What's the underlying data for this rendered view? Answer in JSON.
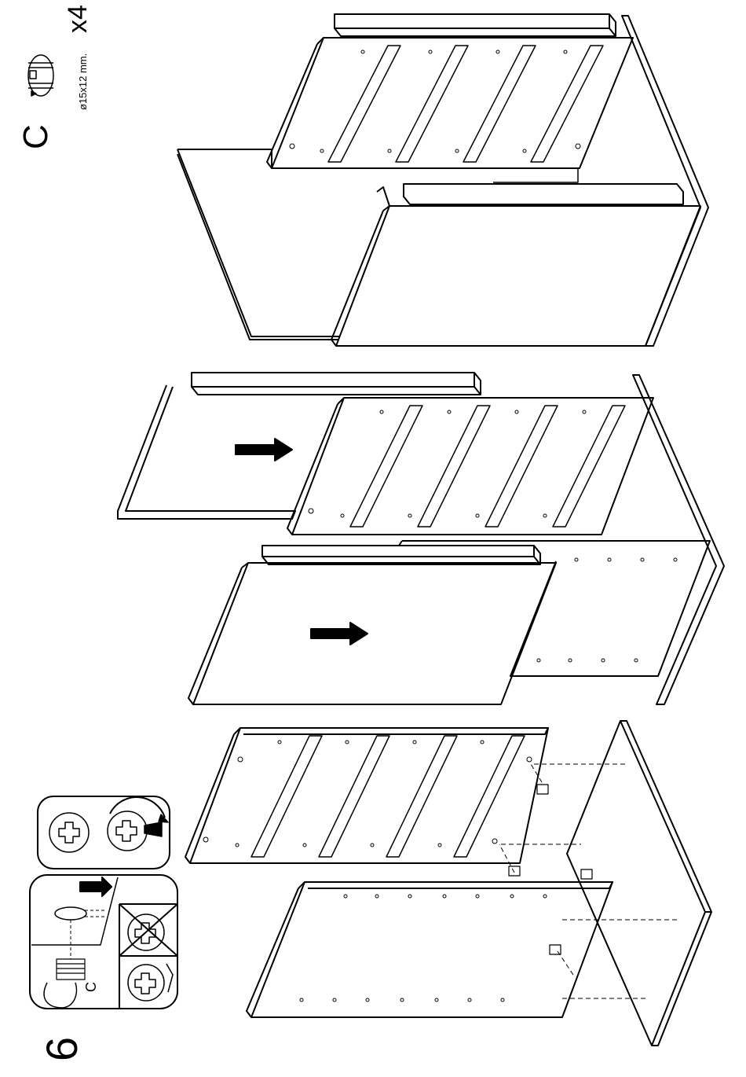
{
  "step": {
    "number": "6"
  },
  "part": {
    "letter": "C",
    "quantity": "x4",
    "dimension": "ø15x12 mm."
  },
  "detail": {
    "cam_label": "C"
  },
  "colors": {
    "ink": "#000000",
    "paper": "#ffffff"
  }
}
